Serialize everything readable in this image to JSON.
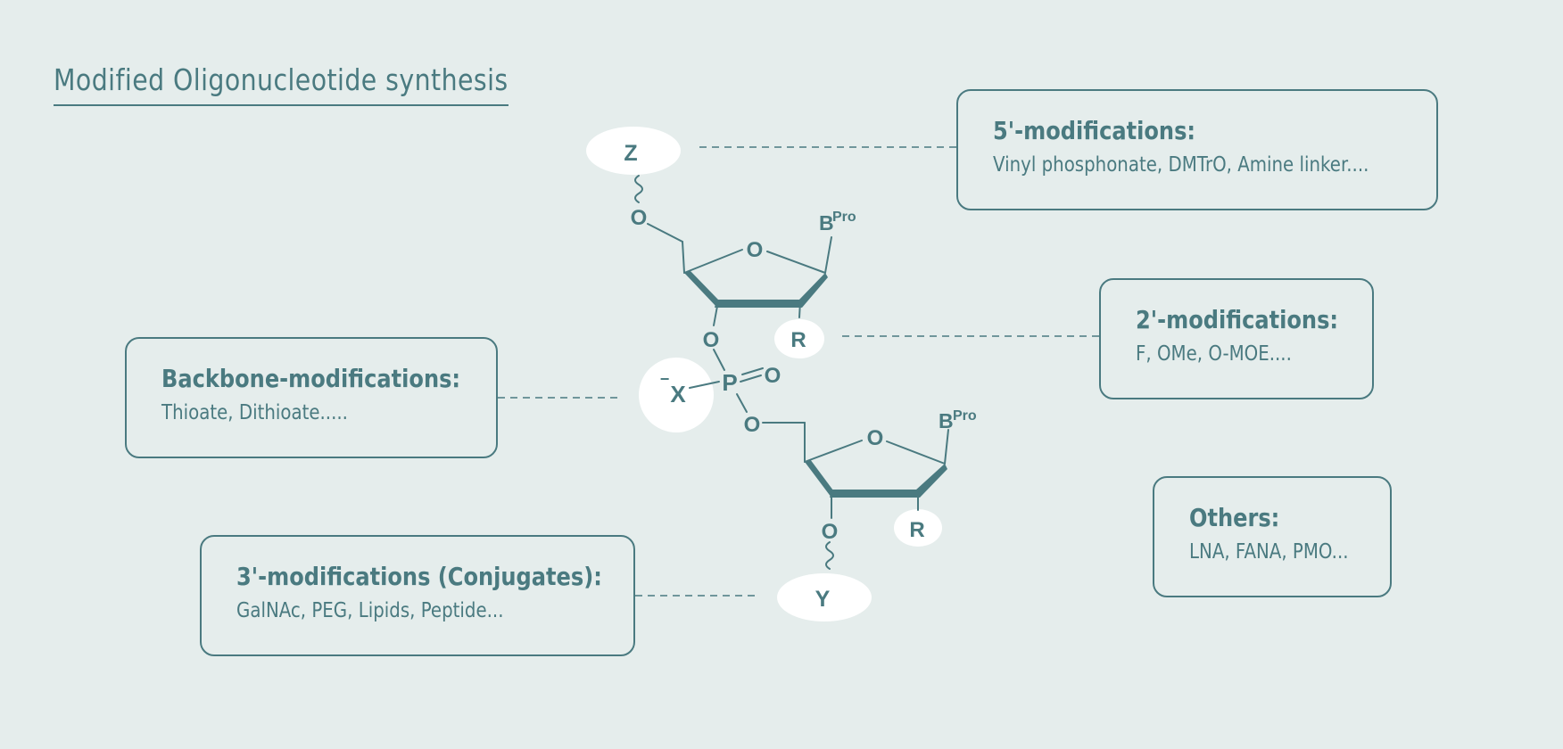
{
  "title": "Modified Oligonucleotide synthesis",
  "boxes": {
    "five_prime": {
      "heading": "5'-modifications:",
      "text": "Vinyl phosphonate, DMTrO, Amine linker...."
    },
    "two_prime": {
      "heading": "2'-modifications:",
      "text": "F, OMe, O-MOE...."
    },
    "backbone": {
      "heading": "Backbone-modifications:",
      "text": "Thioate, Dithioate....."
    },
    "three_prime": {
      "heading": "3'-modifications (Conjugates):",
      "text": "GalNAc, PEG, Lipids, Peptide..."
    },
    "others": {
      "heading": "Others:",
      "text": "LNA, FANA, PMO..."
    }
  },
  "structure": {
    "z": "Z",
    "y": "Y",
    "x": "X",
    "x_charge": "−",
    "r": "R",
    "o": "O",
    "p": "P",
    "base": "B",
    "base_sup": "Pro"
  },
  "colors": {
    "primary": "#4a7a80",
    "background": "#e5edec",
    "highlight": "#ffffff"
  }
}
